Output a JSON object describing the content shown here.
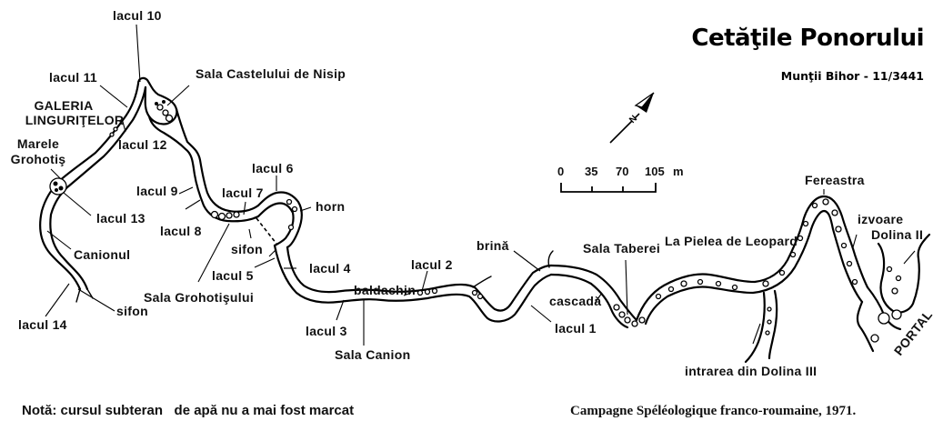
{
  "header": {
    "title": "Cetăţile Ponorului",
    "subtitle": "Munţii Bihor  - 11/3441"
  },
  "scale_bar": {
    "ticks": [
      "0",
      "35",
      "70",
      "105"
    ],
    "unit": "m"
  },
  "north_arrow": {
    "label": "N",
    "icon": "north-arrow-icon"
  },
  "labels": {
    "lacul_10": "lacul 10",
    "lacul_11": "lacul 11",
    "galeria_1": "GALERIA",
    "galeria_2": "LINGURIŢELOR",
    "lacul_12": "lacul 12",
    "marele_1": "Marele",
    "marele_2": "Grohotiş",
    "lacul_9": "lacul 9",
    "lacul_13": "lacul 13",
    "lacul_8": "lacul 8",
    "canionul": "Canionul",
    "lacul_14": "lacul 14",
    "sifon_west": "sifon",
    "sala_castelului": "Sala Castelului de Nisip",
    "lacul_6": "lacul 6",
    "lacul_7": "lacul 7",
    "horn": "horn",
    "sifon_center": "sifon",
    "lacul_5": "lacul 5",
    "lacul_4": "lacul 4",
    "sala_grohotisului": "Sala Grohotişului",
    "baldachin": "baldachin",
    "lacul_2": "lacul 2",
    "lacul_3": "lacul 3",
    "sala_canion": "Sala Canion",
    "brina": "brină",
    "cascada": "cascadă",
    "lacul_1": "lacul 1",
    "sala_taberei": "Sala Taberei",
    "la_pielea": "La Pielea de Leopard",
    "fereastra": "Fereastra",
    "izvoare": "izvoare",
    "dolina_ii": "Dolina II",
    "portal": "PORTAL",
    "intrarea": "intrarea din Dolina III"
  },
  "footer": {
    "note": "Notă: cursul subteran   de apă nu a mai fost marcat",
    "credit": "Campagne Spéléologique franco-roumaine, 1971."
  }
}
